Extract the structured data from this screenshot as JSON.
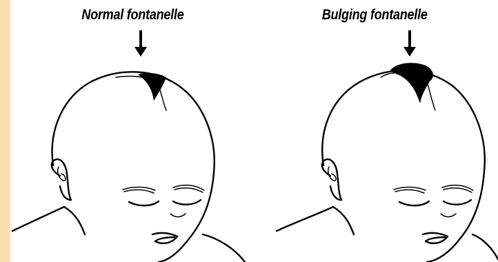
{
  "diagram": {
    "panels": [
      {
        "caption": "Normal fontanelle",
        "icon": "down-arrow",
        "fontanelle_state": "normal"
      },
      {
        "caption": "Bulging fontanelle",
        "icon": "down-arrow",
        "fontanelle_state": "bulging"
      }
    ],
    "colors": {
      "background": "#fbe0ad",
      "canvas": "#ffffff",
      "ink": "#000000"
    }
  }
}
